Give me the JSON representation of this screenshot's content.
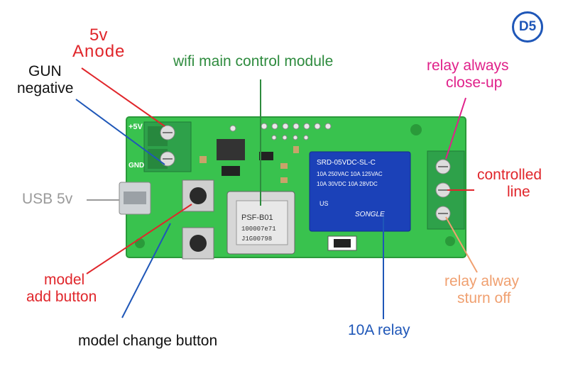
{
  "badge": "D5",
  "labels": {
    "v5": "5v",
    "anode": "Anode",
    "gun": "GUN",
    "negative": "negative",
    "wifi": "wifi main control module",
    "relay_close_1": "relay always",
    "relay_close_2": "close-up",
    "controlled_1": "controlled",
    "controlled_2": "line",
    "usb": "USB 5v",
    "model_add_1": "model",
    "model_add_2": "add button",
    "relay_off_1": "relay alway",
    "relay_off_2": "sturn off",
    "relay_10a": "10A relay",
    "model_change": "model change button"
  },
  "board": {
    "pin_5v": "+5V",
    "pin_gnd": "GND",
    "module_text": "PSF-B01",
    "module_code": "100007e71",
    "module_id": "J1G00798",
    "relay_line1": "SRD-05VDC-SL-C",
    "relay_line2": "10A 250VAC  10A 125VAC",
    "relay_line3": "10A 30VDC  10A 28VDC",
    "relay_brand": "SONGLE",
    "relay_us": "US"
  },
  "colors": {
    "red": "#e0262b",
    "blue": "#1f57b8",
    "green": "#2e8b3e",
    "magenta": "#e0218a",
    "orange": "#f0a070",
    "gray": "#9a9a9a",
    "pcb": "#39c24e"
  }
}
